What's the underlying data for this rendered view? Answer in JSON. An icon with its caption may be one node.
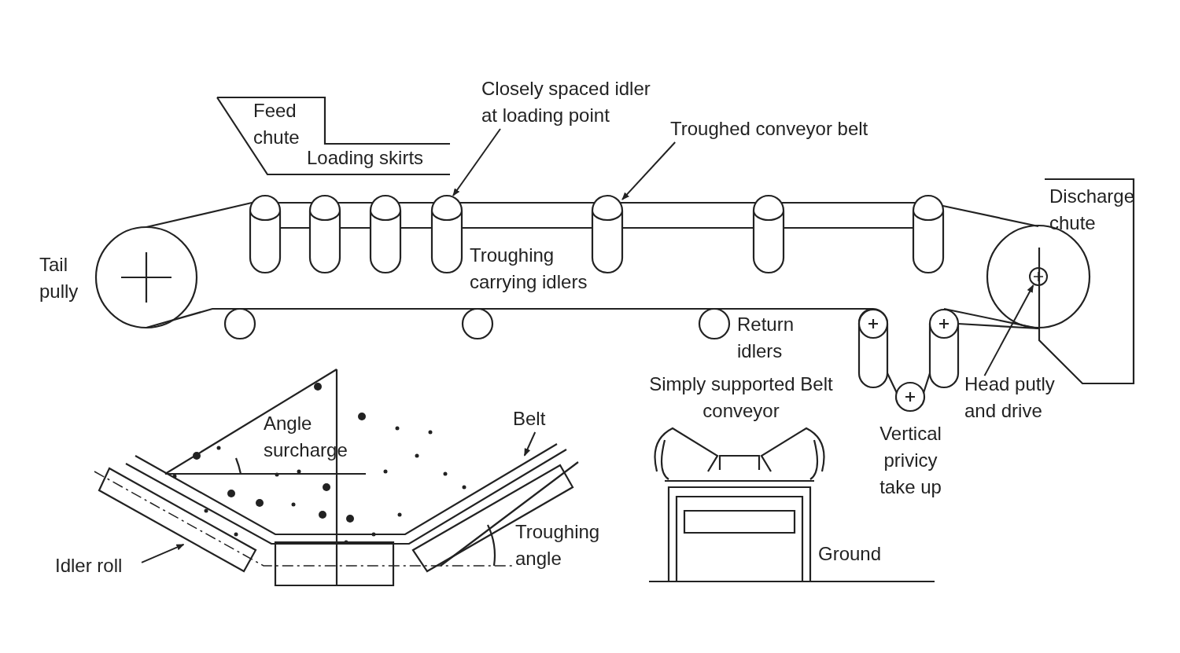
{
  "diagram": {
    "nodes": [
      {
        "text": [
          "Closely spaced idler at loading point"
        ]
      },
      {
        "text": [],
        "shape": "cylinder"
      },
      {
        "text": [
          "Troughed conveyor belt"
        ]
      },
      {
        "text": [],
        "shape": "cylinder"
      },
      {
        "text": [
          "Head putly and drive"
        ]
      },
      {
        "text": [],
        "shape": "circle"
      },
      {
        "text": [
          "Belt"
        ]
      },
      {
        "text": [],
        "shape": "bar"
      },
      {
        "text": [
          "Idler roll"
        ]
      },
      {
        "text": [],
        "shape": "bar"
      },
      {
        "text": [
          "Feed chute"
        ]
      },
      {
        "text": [
          "Discharge chute"
        ]
      }
    ],
    "edges": [
      {
        "from": 0,
        "to": 1,
        "arrow": "to"
      },
      {
        "from": 2,
        "to": 3,
        "arrow": "to"
      },
      {
        "from": 4,
        "to": 5,
        "arrow": "to"
      },
      {
        "from": 6,
        "to": 7,
        "arrow": "to"
      },
      {
        "from": 8,
        "to": 9,
        "arrow": "to"
      }
    ],
    "labels": [
      "Loading skirts",
      "Tail pully",
      "Troughing carrying idlers",
      "Return idlers",
      "Angle surcharge",
      "Simply supported Belt conveyor",
      "Vertical privicy take up",
      "Troughing angle",
      "Ground"
    ]
  }
}
